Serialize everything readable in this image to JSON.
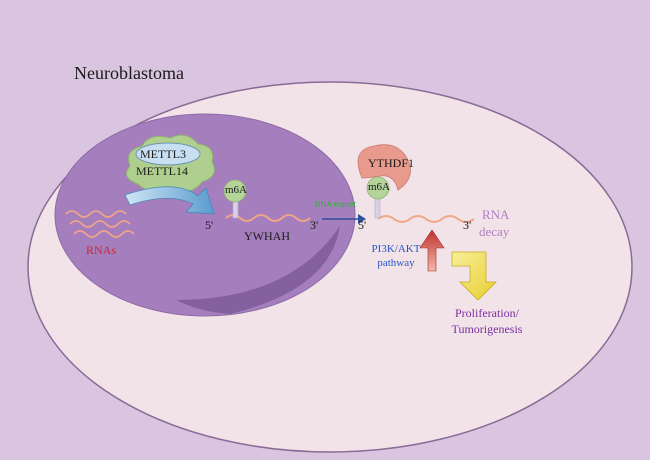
{
  "title": "Neuroblastoma",
  "writer": {
    "line1": "METTL3",
    "line2": "METTL14"
  },
  "rnas_label": "RNAs",
  "m6a_nuclear": "m6A",
  "m6a_cyto": "m6A",
  "five_prime_nuclear": "5'",
  "three_prime_nuclear": "3'",
  "gene_label": "YWHAH",
  "export_label": "RNA export",
  "five_prime_cyto": "5'",
  "three_prime_cyto": "3'",
  "reader_label": "YTHDF1",
  "decay_label": {
    "line1": "RNA",
    "line2": "decay"
  },
  "pathway_label": {
    "line1": "PI3K/AKT",
    "line2": "pathway"
  },
  "outcome_label": {
    "line1": "Proliferation/",
    "line2": "Tumorigenesis"
  },
  "colors": {
    "background": "#d9c5df",
    "cell": "#f2e3e8",
    "nucleus": "#a57fbd",
    "rna": "#f0a586",
    "writer": "#aecf8e",
    "reader": "#e89a8c",
    "up_arrow": "#c53d3d",
    "down_arrow": "#f0df52"
  }
}
